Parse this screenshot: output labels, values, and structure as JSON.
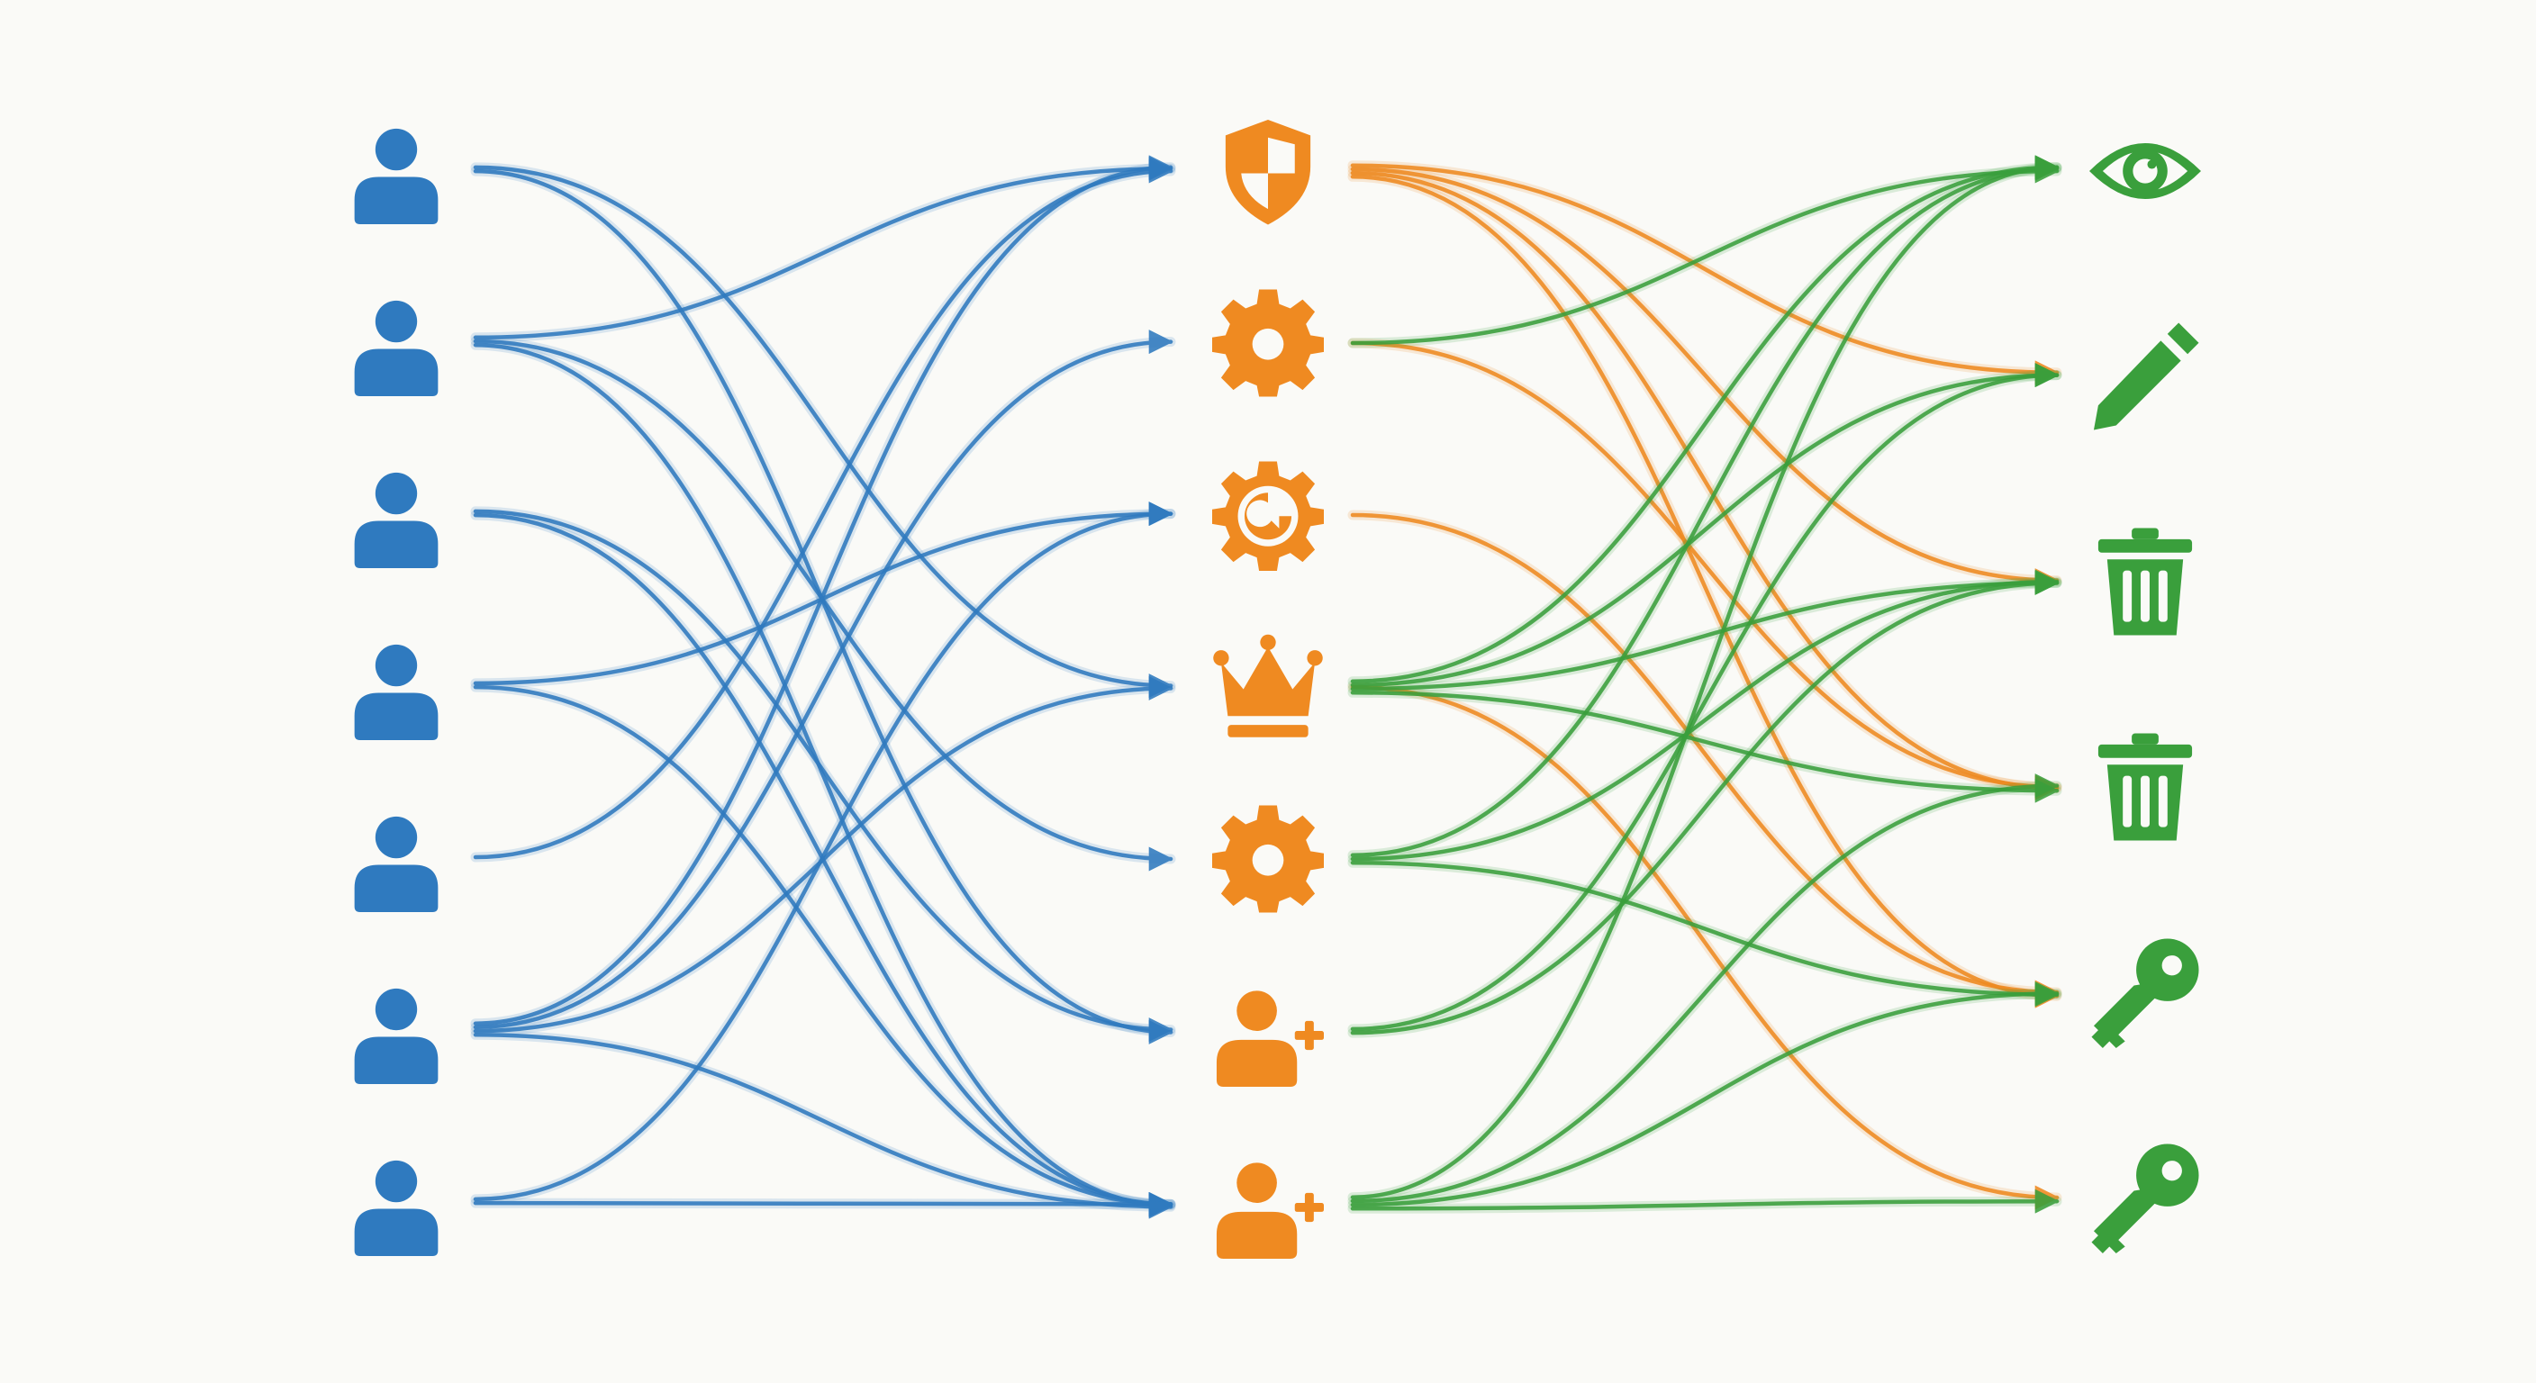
{
  "colors": {
    "users": "#2f7abf",
    "roles": "#ef8a21",
    "permissions": "#3a9f3c",
    "user_edges": "#2f7abf",
    "role_edges": "#ef8a21",
    "permission_edges": "#3a9f3c",
    "background": "#fafaf7"
  },
  "columns": {
    "users": [
      {
        "id": "u1",
        "icon": "user-icon"
      },
      {
        "id": "u2",
        "icon": "user-icon"
      },
      {
        "id": "u3",
        "icon": "user-icon"
      },
      {
        "id": "u4",
        "icon": "user-icon"
      },
      {
        "id": "u5",
        "icon": "user-icon"
      },
      {
        "id": "u6",
        "icon": "user-icon"
      },
      {
        "id": "u7",
        "icon": "user-icon"
      }
    ],
    "roles": [
      {
        "id": "r1",
        "icon": "shield-icon"
      },
      {
        "id": "r2",
        "icon": "gear-icon"
      },
      {
        "id": "r3",
        "icon": "wrench-gear-icon"
      },
      {
        "id": "r4",
        "icon": "crown-icon"
      },
      {
        "id": "r5",
        "icon": "gear-icon"
      },
      {
        "id": "r6",
        "icon": "user-add-icon"
      },
      {
        "id": "r7",
        "icon": "user-add-icon"
      }
    ],
    "permissions": [
      {
        "id": "p1",
        "icon": "eye-icon"
      },
      {
        "id": "p2",
        "icon": "pencil-icon"
      },
      {
        "id": "p3",
        "icon": "trash-icon"
      },
      {
        "id": "p4",
        "icon": "trash-icon"
      },
      {
        "id": "p5",
        "icon": "key-icon"
      },
      {
        "id": "p6",
        "icon": "key-icon"
      }
    ]
  },
  "edges": {
    "users_to_roles": [
      [
        "u1",
        "r4"
      ],
      [
        "u1",
        "r6"
      ],
      [
        "u2",
        "r1"
      ],
      [
        "u2",
        "r5"
      ],
      [
        "u2",
        "r7"
      ],
      [
        "u3",
        "r6"
      ],
      [
        "u3",
        "r7"
      ],
      [
        "u4",
        "r3"
      ],
      [
        "u4",
        "r7"
      ],
      [
        "u5",
        "r1"
      ],
      [
        "u6",
        "r1"
      ],
      [
        "u6",
        "r2"
      ],
      [
        "u6",
        "r4"
      ],
      [
        "u6",
        "r7"
      ],
      [
        "u7",
        "r3"
      ],
      [
        "u7",
        "r7"
      ]
    ],
    "roles_to_permissions": [
      [
        "r1",
        "p2"
      ],
      [
        "r1",
        "p3"
      ],
      [
        "r1",
        "p4"
      ],
      [
        "r1",
        "p5"
      ],
      [
        "r2",
        "p4"
      ],
      [
        "r3",
        "p5"
      ],
      [
        "r4",
        "p6"
      ]
    ],
    "roles_to_permissions_green": [
      [
        "r2",
        "p1"
      ],
      [
        "r4",
        "p1"
      ],
      [
        "r4",
        "p2"
      ],
      [
        "r4",
        "p3"
      ],
      [
        "r4",
        "p4"
      ],
      [
        "r5",
        "p1"
      ],
      [
        "r5",
        "p3"
      ],
      [
        "r5",
        "p5"
      ],
      [
        "r6",
        "p2"
      ],
      [
        "r6",
        "p3"
      ],
      [
        "r7",
        "p1"
      ],
      [
        "r7",
        "p4"
      ],
      [
        "r7",
        "p5"
      ],
      [
        "r7",
        "p6"
      ]
    ]
  }
}
